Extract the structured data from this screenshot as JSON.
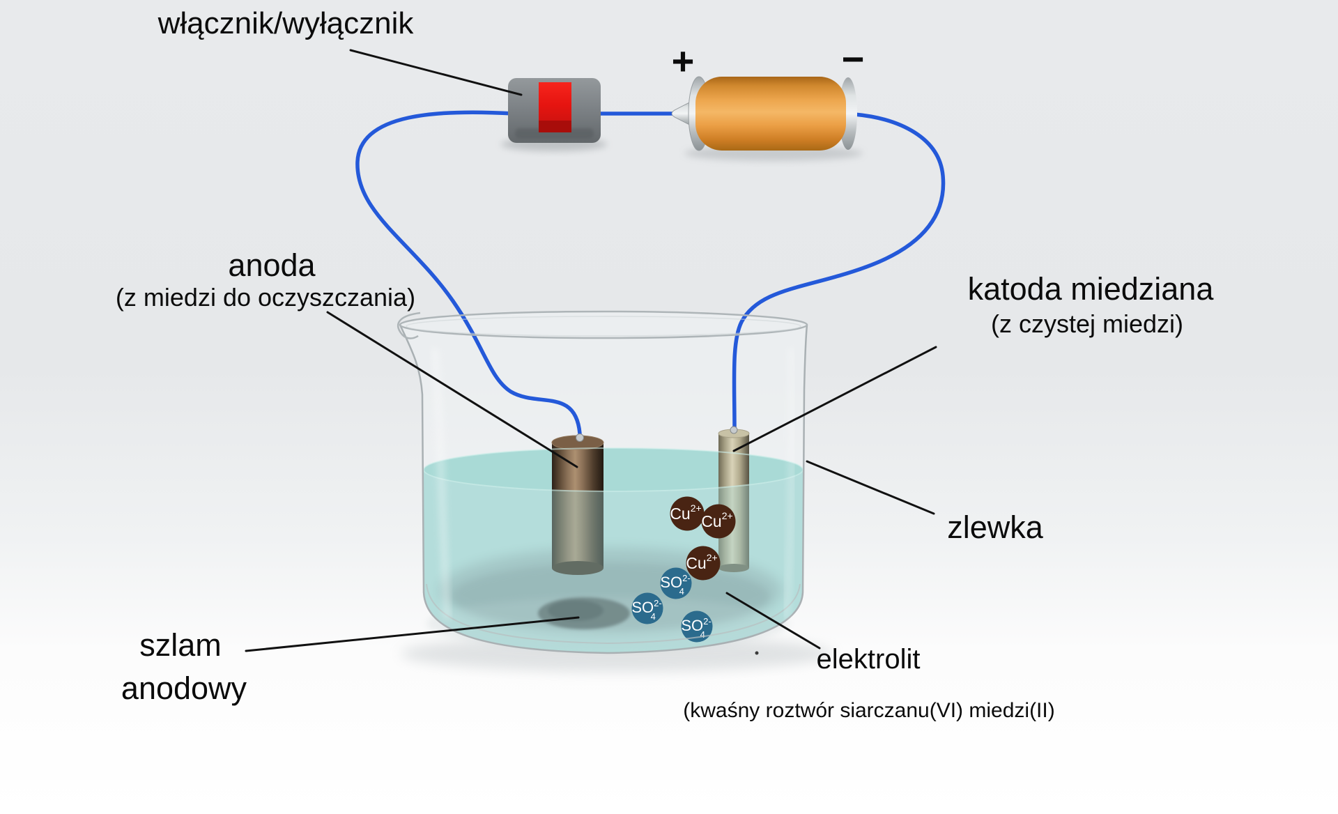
{
  "labels": {
    "switch": "włącznik/wyłącznik",
    "plus": "+",
    "minus": "−",
    "anode_title": "anoda",
    "anode_sub": "(z miedzi do oczyszczania)",
    "cathode_title": "katoda miedziana",
    "cathode_sub": "(z czystej miedzi)",
    "beaker": "zlewka",
    "slime_line1": "szlam",
    "slime_line2": "anodowy",
    "electrolyte_title": "elektrolit",
    "electrolyte_sub": "(kwaśny roztwór siarczanu(VI) miedzi(II)"
  },
  "ions": {
    "copper": {
      "symbol": "Cu",
      "charge": "2+",
      "color": "#492413",
      "count": 3
    },
    "sulfate": {
      "symbol": "SO",
      "subscript": "4",
      "charge": "2-",
      "color": "#2b6b8d",
      "count": 3
    }
  },
  "colors": {
    "wire": "#2459d9",
    "battery": "#eda64e",
    "switch_button": "#e51410",
    "electrolyte": "#bce2df",
    "label_text": "#0b0b0b"
  }
}
